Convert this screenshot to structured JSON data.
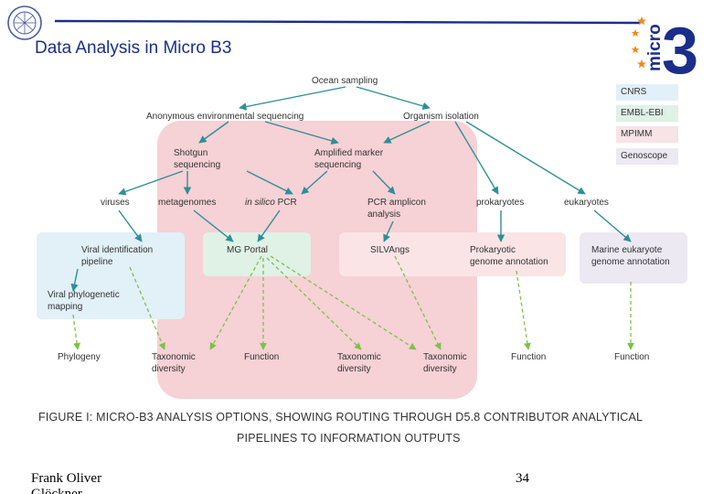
{
  "slide": {
    "title": "Data Analysis in Micro B3",
    "logo_text": "micro",
    "logo_digit": "3",
    "footer_author": "Frank Oliver",
    "footer_author_cut": "Glöckner",
    "page_number": "34"
  },
  "legend": [
    {
      "label": "CNRS",
      "color": "#e2f0f8"
    },
    {
      "label": "EMBL-EBI",
      "color": "#e0f1e6"
    },
    {
      "label": "MPIMM",
      "color": "#f8e3e6"
    },
    {
      "label": "Genoscope",
      "color": "#ece9f3"
    }
  ],
  "nodes": {
    "ocean_sampling": "Ocean sampling",
    "anon_seq": "Anonymous environmental sequencing",
    "org_iso": "Organism isolation",
    "shotgun_1": "Shotgun",
    "shotgun_2": "sequencing",
    "amplified_1": "Amplified marker",
    "amplified_2": "sequencing",
    "viruses": "viruses",
    "metagenomes": "metagenomes",
    "insilico_italic": "in silico",
    "insilico_rest": " PCR",
    "pcr_amp_1": "PCR amplicon",
    "pcr_amp_2": "analysis",
    "prokaryotes": "prokaryotes",
    "eukaryotes": "eukaryotes",
    "viral_id_1": "Viral identification",
    "viral_id_2": "pipeline",
    "viral_phylo_1": "Viral phylogenetic",
    "viral_phylo_2": "mapping",
    "mg_portal": "MG Portal",
    "silvangs": "SILVAngs",
    "prok_annot_1": "Prokaryotic",
    "prok_annot_2": "genome annotation",
    "marine_euk_1": "Marine eukaryote",
    "marine_euk_2": "genome annotation",
    "phylogeny": "Phylogeny",
    "tax_div_a_1": "Taxonomic",
    "tax_div_a_2": "diversity",
    "function_a": "Function",
    "tax_div_b_1": "Taxonomic",
    "tax_div_b_2": "diversity",
    "tax_div_c_1": "Taxonomic",
    "tax_div_c_2": "diversity",
    "function_b": "Function",
    "function_c": "Function"
  },
  "caption": {
    "line1": "FIGURE I: MICRO-B3 ANALYSIS OPTIONS, SHOWING ROUTING THROUGH D5.8 CONTRIBUTOR ANALYTICAL",
    "line2": "PIPELINES TO INFORMATION OUTPUTS"
  },
  "colors": {
    "title": "#1a2e8a",
    "arrow": "#2e8f96",
    "dashed_arrow": "#7ec04a",
    "mpimm_region": "#f5c9cf",
    "cnrs_box": "#e2f0f8",
    "embl_box": "#e0f1e6",
    "genoscope_box": "#ece9f3",
    "logo_blue": "#1a2e8a",
    "star_orange": "#f08a1c"
  }
}
